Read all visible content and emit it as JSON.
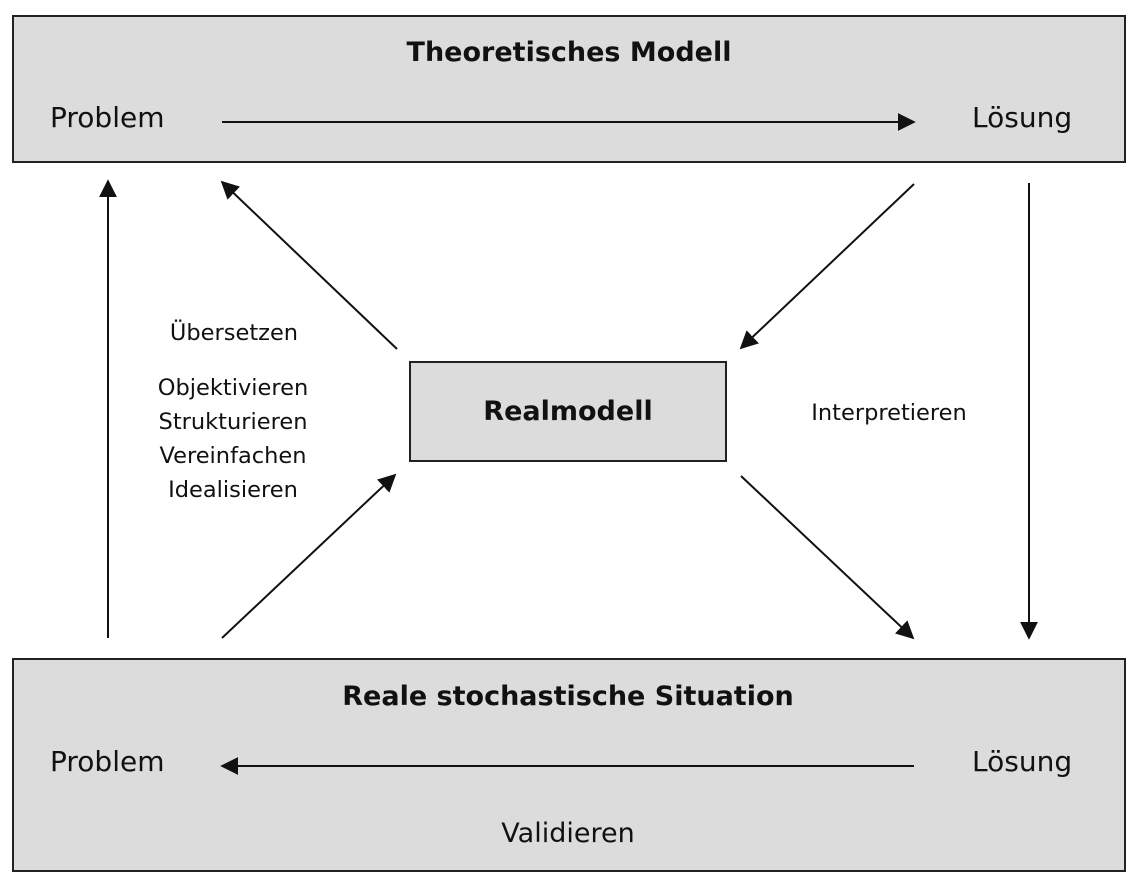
{
  "theoretical_model": {
    "title": "Theoretisches Modell",
    "problem": "Problem",
    "solution": "Lösung"
  },
  "real_model": {
    "title": "Realmodell"
  },
  "real_situation": {
    "title": "Reale stochastische Situation",
    "problem": "Problem",
    "solution": "Lösung"
  },
  "process_labels": {
    "translate": "Übersetzen",
    "objectify": "Objektivieren",
    "structure": "Strukturieren",
    "simplify": "Vereinfachen",
    "idealize": "Idealisieren",
    "interpret": "Interpretieren",
    "validate": "Validieren"
  },
  "colors": {
    "box_fill": "#dcdcdc",
    "border": "#222222",
    "arrow": "#111111"
  }
}
